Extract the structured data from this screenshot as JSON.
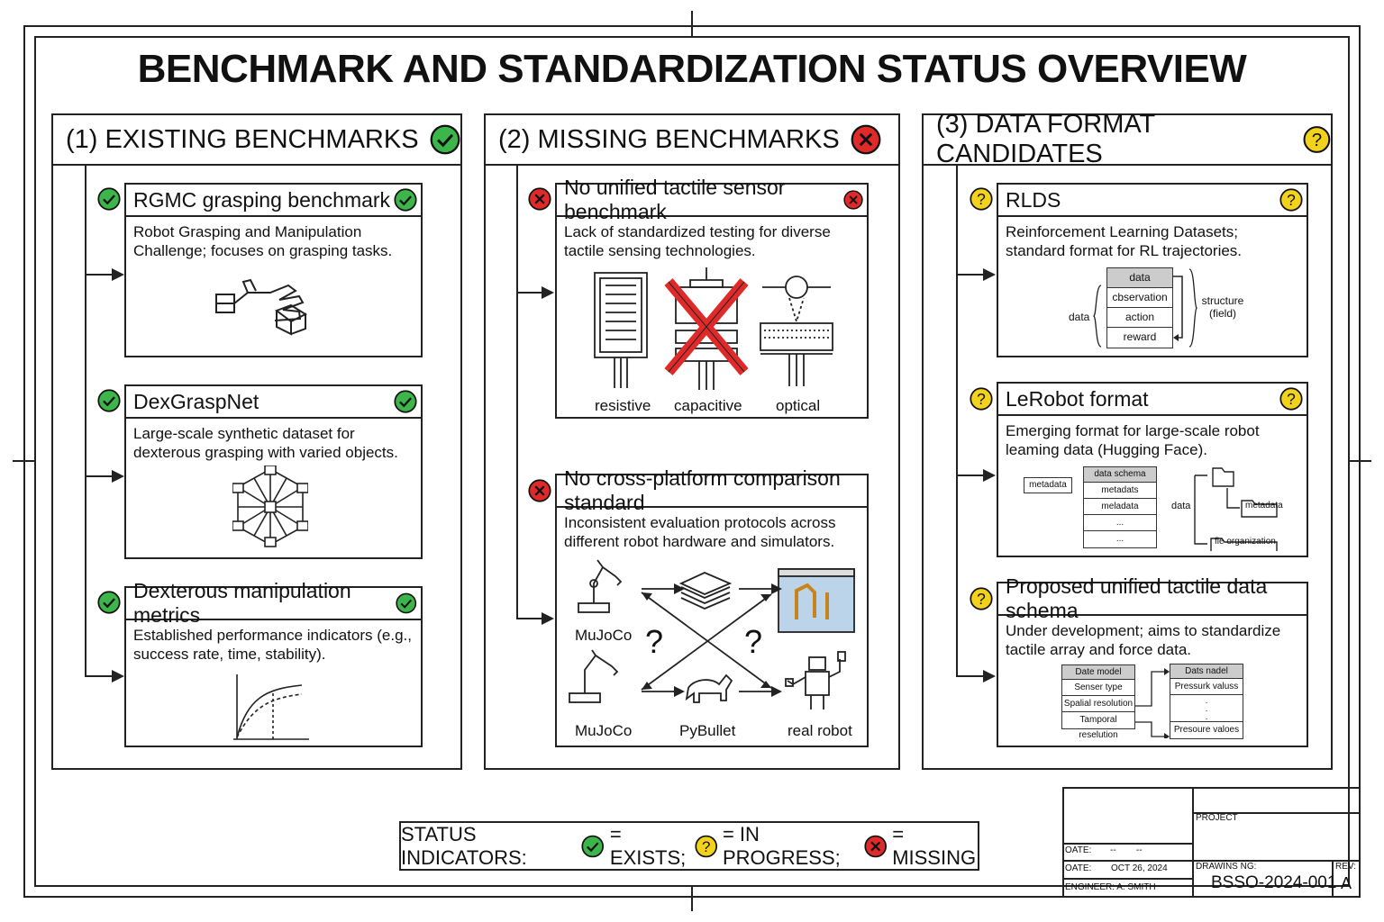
{
  "title": "BENCHMARK AND STANDARDIZATION STATUS OVERVIEW",
  "colors": {
    "exists": "#3cb54a",
    "in_progress": "#f2d21b",
    "missing": "#e02a2a"
  },
  "panels": [
    {
      "title": "(1) EXISTING BENCHMARKS",
      "status": "check-icon",
      "cards": [
        {
          "title": "RGMC grasping benchmark",
          "desc": "Robot Grasping and Manipulation Challenge; focuses on grasping tasks."
        },
        {
          "title": "DexGraspNet",
          "desc": "Large-scale synthetic dataset for dexterous grasping with varied objects."
        },
        {
          "title": "Dexterous manipulation metrics",
          "desc": "Established performance indicators (e.g., success rate, time, stability)."
        }
      ]
    },
    {
      "title": "(2) MISSING BENCHMARKS",
      "status": "x-icon",
      "cards": [
        {
          "title": "No unified tactile sensor benchmark",
          "desc": "Lack of standardized testing for diverse tactile sensing technologies.",
          "labels": [
            "resistive",
            "capacitive",
            "optical"
          ]
        },
        {
          "title": "No cross-platform comparison standard",
          "desc": "Inconsistent evaluation protocols across different robot hardware and simulators.",
          "labels": [
            "MuJoCo",
            "MuJoCo",
            "PyBullet",
            "real robot",
            "?",
            "?"
          ]
        }
      ]
    },
    {
      "title": "(3) DATA FORMAT CANDIDATES",
      "status": "question-icon",
      "cards": [
        {
          "title": "RLDS",
          "desc": "Reinforcement Learning Datasets; standard format for RL trajectories.",
          "diagram": {
            "rows": [
              "data",
              "cbservation",
              "action",
              "reward"
            ],
            "left": "data",
            "right": "structure (field)"
          }
        },
        {
          "title": "LeRobot format",
          "desc": "Emerging format for large-scale robot leaming data (Hugging Face).",
          "diagram": {
            "meta": "metadata",
            "rows": [
              "data schema",
              "metadats",
              "meladata",
              "...",
              "..."
            ],
            "mid": "data",
            "folders": [
              "metadata",
              "fle organization"
            ]
          }
        },
        {
          "title": "Proposed unified tactile data schema",
          "desc": "Under development; aims to standardize tactile array and force data.",
          "diagram": {
            "left": [
              "Date model",
              "Senser type",
              "Spalial resolution",
              "Tamporal reselution"
            ],
            "right": [
              "Dats nadel",
              "Pressurk valuss",
              "Presoure valoes"
            ]
          }
        }
      ]
    }
  ],
  "legend": {
    "prefix": "STATUS INDICATORS:",
    "exists": "= EXISTS;",
    "progress": "= IN PROGRESS;",
    "missing": "= MISSING"
  },
  "title_block": {
    "date1_label": "OATE:",
    "date1_value": "--        --",
    "date2_label": "OATE:",
    "date2_value": "OCT 26, 2024",
    "engineer": "ENGINEER: A. SMITH",
    "project": "PROJECT",
    "drawing_label": "DRAWINS NG:",
    "drawing_no": "BSSO-2024-001",
    "rev_label": "REV:",
    "rev": "A"
  }
}
